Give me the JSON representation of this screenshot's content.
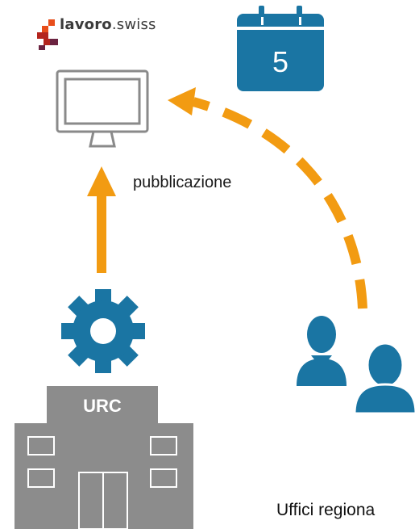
{
  "logo": {
    "main": "lavoro",
    "tld": ".swiss",
    "colors": [
      "#e84e1b",
      "#b4251d",
      "#6b2340"
    ]
  },
  "calendar": {
    "day": "5",
    "color": "#1a75a3"
  },
  "publication_label": "pubblicazione",
  "building_label": "URC",
  "offices_label": "Uffici regiona",
  "colors": {
    "arrow": "#f29b12",
    "icon_blue": "#1a75a3",
    "monitor": "#8a8a8a",
    "building": "#8c8c8c"
  },
  "icons": [
    "logo-mark",
    "calendar-icon",
    "monitor-icon",
    "gear-icon",
    "building-icon",
    "people-icon"
  ]
}
